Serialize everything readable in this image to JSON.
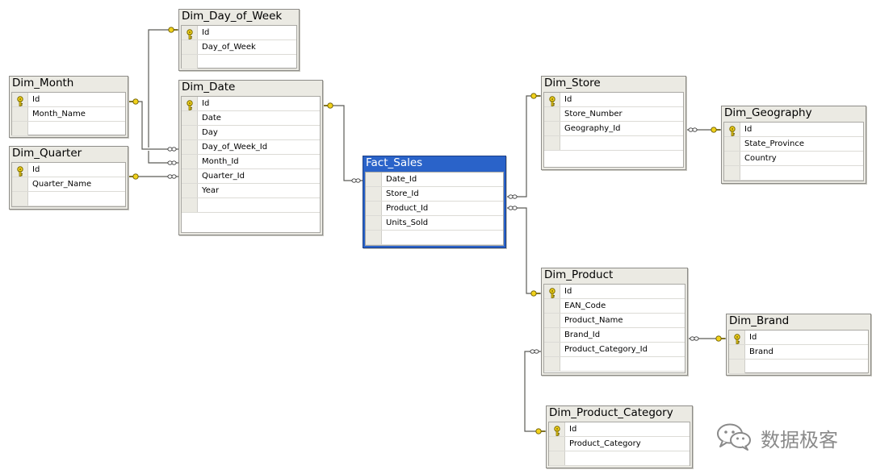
{
  "diagram": {
    "tables": [
      {
        "id": "dim_day_of_week",
        "title": "Dim_Day_of_Week",
        "columns": [
          {
            "name": "Id",
            "pk": true
          },
          {
            "name": "Day_of_Week",
            "pk": false
          }
        ]
      },
      {
        "id": "dim_month",
        "title": "Dim_Month",
        "columns": [
          {
            "name": "Id",
            "pk": true
          },
          {
            "name": "Month_Name",
            "pk": false
          }
        ]
      },
      {
        "id": "dim_date",
        "title": "Dim_Date",
        "columns": [
          {
            "name": "Id",
            "pk": true
          },
          {
            "name": "Date",
            "pk": false
          },
          {
            "name": "Day",
            "pk": false
          },
          {
            "name": "Day_of_Week_Id",
            "pk": false
          },
          {
            "name": "Month_Id",
            "pk": false
          },
          {
            "name": "Quarter_Id",
            "pk": false
          },
          {
            "name": "Year",
            "pk": false
          }
        ]
      },
      {
        "id": "dim_quarter",
        "title": "Dim_Quarter",
        "columns": [
          {
            "name": "Id",
            "pk": true
          },
          {
            "name": "Quarter_Name",
            "pk": false
          }
        ]
      },
      {
        "id": "fact_sales",
        "title": "Fact_Sales",
        "selected": true,
        "columns": [
          {
            "name": "Date_Id",
            "pk": false
          },
          {
            "name": "Store_Id",
            "pk": false
          },
          {
            "name": "Product_Id",
            "pk": false
          },
          {
            "name": "Units_Sold",
            "pk": false
          }
        ]
      },
      {
        "id": "dim_store",
        "title": "Dim_Store",
        "columns": [
          {
            "name": "Id",
            "pk": true
          },
          {
            "name": "Store_Number",
            "pk": false
          },
          {
            "name": "Geography_Id",
            "pk": false
          }
        ]
      },
      {
        "id": "dim_geography",
        "title": "Dim_Geography",
        "columns": [
          {
            "name": "Id",
            "pk": true
          },
          {
            "name": "State_Province",
            "pk": false
          },
          {
            "name": "Country",
            "pk": false
          }
        ]
      },
      {
        "id": "dim_product",
        "title": "Dim_Product",
        "columns": [
          {
            "name": "Id",
            "pk": true
          },
          {
            "name": "EAN_Code",
            "pk": false
          },
          {
            "name": "Product_Name",
            "pk": false
          },
          {
            "name": "Brand_Id",
            "pk": false
          },
          {
            "name": "Product_Category_Id",
            "pk": false
          }
        ]
      },
      {
        "id": "dim_brand",
        "title": "Dim_Brand",
        "columns": [
          {
            "name": "Id",
            "pk": true
          },
          {
            "name": "Brand",
            "pk": false
          }
        ]
      },
      {
        "id": "dim_product_category",
        "title": "Dim_Product_Category",
        "columns": [
          {
            "name": "Id",
            "pk": true
          },
          {
            "name": "Product_Category",
            "pk": false
          }
        ]
      }
    ],
    "relationships": [
      {
        "from": "dim_date",
        "from_column": "Day_of_Week_Id",
        "to": "dim_day_of_week",
        "to_column": "Id"
      },
      {
        "from": "dim_date",
        "from_column": "Month_Id",
        "to": "dim_month",
        "to_column": "Id"
      },
      {
        "from": "dim_date",
        "from_column": "Quarter_Id",
        "to": "dim_quarter",
        "to_column": "Id"
      },
      {
        "from": "fact_sales",
        "from_column": "Date_Id",
        "to": "dim_date",
        "to_column": "Id"
      },
      {
        "from": "fact_sales",
        "from_column": "Store_Id",
        "to": "dim_store",
        "to_column": "Id"
      },
      {
        "from": "fact_sales",
        "from_column": "Product_Id",
        "to": "dim_product",
        "to_column": "Id"
      },
      {
        "from": "dim_store",
        "from_column": "Geography_Id",
        "to": "dim_geography",
        "to_column": "Id"
      },
      {
        "from": "dim_product",
        "from_column": "Brand_Id",
        "to": "dim_brand",
        "to_column": "Id"
      },
      {
        "from": "dim_product",
        "from_column": "Product_Category_Id",
        "to": "dim_product_category",
        "to_column": "Id"
      }
    ],
    "colors": {
      "table_bg": "#ebeae3",
      "selected_bg": "#2a63c9",
      "connector": "#5c5c58",
      "key": "#e7c200"
    }
  },
  "watermark": {
    "text": "数据极客",
    "icon": "wechat-icon"
  }
}
